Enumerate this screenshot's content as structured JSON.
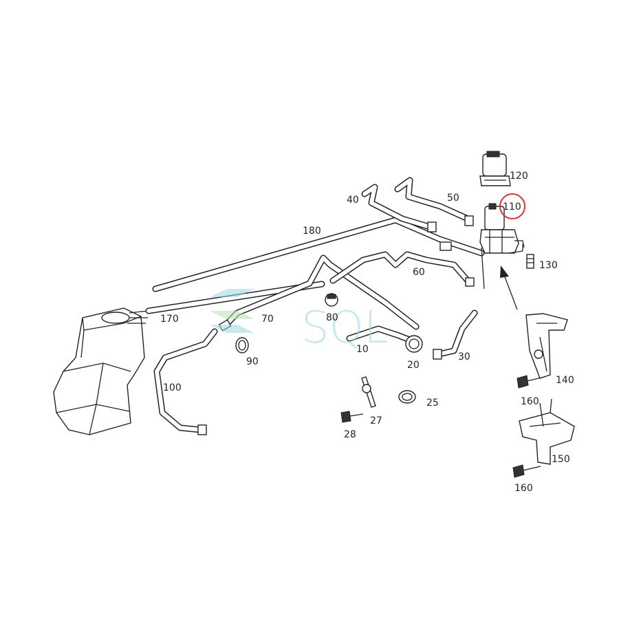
{
  "diagram": {
    "callouts": {
      "p10": "10",
      "p20": "20",
      "p25": "25",
      "p27": "27",
      "p28": "28",
      "p30": "30",
      "p40": "40",
      "p50": "50",
      "p60": "60",
      "p70": "70",
      "p80": "80",
      "p90": "90",
      "p100": "100",
      "p110": "110",
      "p120": "120",
      "p130": "130",
      "p140": "140",
      "p150": "150",
      "p160a": "160",
      "p160b": "160",
      "p170": "170",
      "p180": "180"
    },
    "highlight_color": "#e03030",
    "watermark": {
      "text": "SQL",
      "color": "#9fd7dc"
    }
  }
}
